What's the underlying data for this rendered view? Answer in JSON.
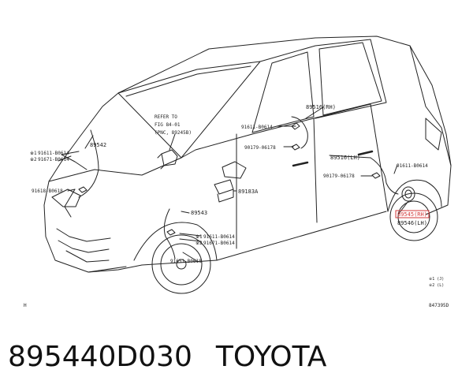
{
  "diagram": {
    "refer_note": [
      "REFER TO",
      "FIG 84-01",
      "(PNC, 89245B)"
    ],
    "labels": {
      "p89542": "89542",
      "p91611_f": "91611-B0614",
      "p91671_f": "91671-B0614",
      "p91618": "91618-B0618",
      "p89543": "89543",
      "p91611_fl": "91611-B0614",
      "p91671_fl": "91671-B0614",
      "p91651": "91651-B0618",
      "p89183A": "89183A",
      "p91611_rr_top": "91611-B0614",
      "p90179_a": "90179-06178",
      "p89516_rh": "89516(RH)",
      "p89516_lh": "89516(LH)",
      "p90179_b": "90179-06178",
      "p91611_rr": "91611-B0614",
      "p89545_rh": "89545(RH)",
      "p89546_lh": "89546(LH)"
    },
    "mark1": "※1",
    "mark2": "※2",
    "legend": [
      "※1 (J)",
      "※2 (L)"
    ],
    "corner_left": "H",
    "corner_right": "847395D"
  },
  "caption": {
    "part_number": "895440D030",
    "brand": "TOYOTA"
  },
  "colors": {
    "line": "#222222",
    "highlight": "#d33a3a"
  }
}
